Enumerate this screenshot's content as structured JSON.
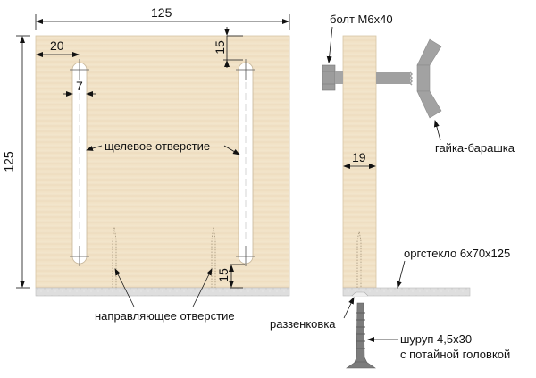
{
  "front_view": {
    "dims": {
      "width": "125",
      "height": "125",
      "slot_offset_x": "20",
      "slot_width": "7",
      "slot_offset_top": "15",
      "slot_offset_bottom": "15"
    },
    "labels": {
      "slot_hole": "щелевое отверстие",
      "guide_hole": "направляющее отверстие"
    }
  },
  "side_view": {
    "dims": {
      "thickness": "19"
    },
    "labels": {
      "bolt": "болт М6х40",
      "wing_nut": "гайка-барашка",
      "plexiglass": "оргстекло 6х70х125",
      "countersink": "раззенковка",
      "screw_line1": "шуруп 4,5х30",
      "screw_line2": "с потайной головкой"
    }
  },
  "colors": {
    "wood": "#f1e2c6",
    "wood_edge": "#c9b89a",
    "plexi": "#dcdcdc",
    "metal": "#9a9a9a",
    "metal_dark": "#6e6e6e"
  }
}
